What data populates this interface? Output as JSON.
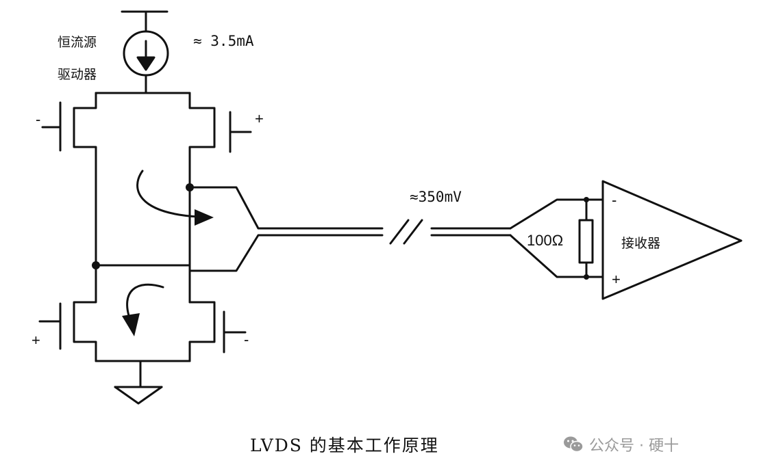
{
  "diagram": {
    "source_label_line1": "恒流源",
    "source_label_line2": "驱动器",
    "current_label": "≈ 3.5mA",
    "voltage_label": "≈350mV",
    "resistor_label": "100Ω",
    "receiver_label": "接收器",
    "q1_gate_sign": "-",
    "q2_gate_sign": "+",
    "q3_gate_sign": "+",
    "q4_gate_sign": "-",
    "receiver_minus": "-",
    "receiver_plus": "+",
    "caption": "LVDS 的基本工作原理"
  },
  "watermark": {
    "icon": "wechat-icon",
    "text": "公众号 · 硬十"
  },
  "colors": {
    "line": "#111111",
    "watermark": "#9a9a9a"
  }
}
